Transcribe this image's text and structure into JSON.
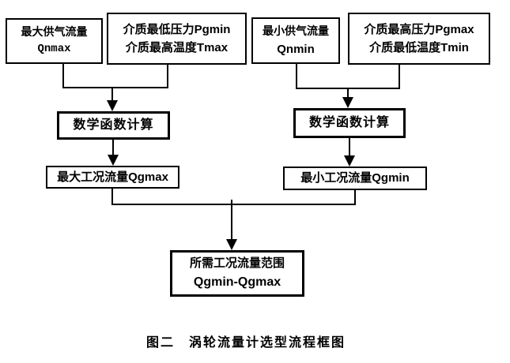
{
  "diagram": {
    "nodes": {
      "qnmax": {
        "line1": "最大供气流量",
        "line2": "Qnmax"
      },
      "pgmin_tmax": {
        "line1": "介质最低压力Pgmin",
        "line2": "介质最高温度Tmax"
      },
      "qnmin": {
        "line1": "最小供气流量",
        "line2": "Qnmin"
      },
      "pgmax_tmin": {
        "line1": "介质最高压力Pgmax",
        "line2": "介质最低温度Tmin"
      },
      "math_calc_left": {
        "label": "数学函数计算"
      },
      "math_calc_right": {
        "label": "数学函数计算"
      },
      "qgmax": {
        "label": "最大工况流量Qgmax"
      },
      "qgmin": {
        "label": "最小工况流量Qgmin"
      },
      "result": {
        "line1": "所需工况流量范围",
        "line2": "Qgmin-Qgmax"
      }
    },
    "caption": "图二　涡轮流量计选型流程框图",
    "colors": {
      "line": "#000000",
      "text": "#000000",
      "background": "#ffffff"
    }
  }
}
